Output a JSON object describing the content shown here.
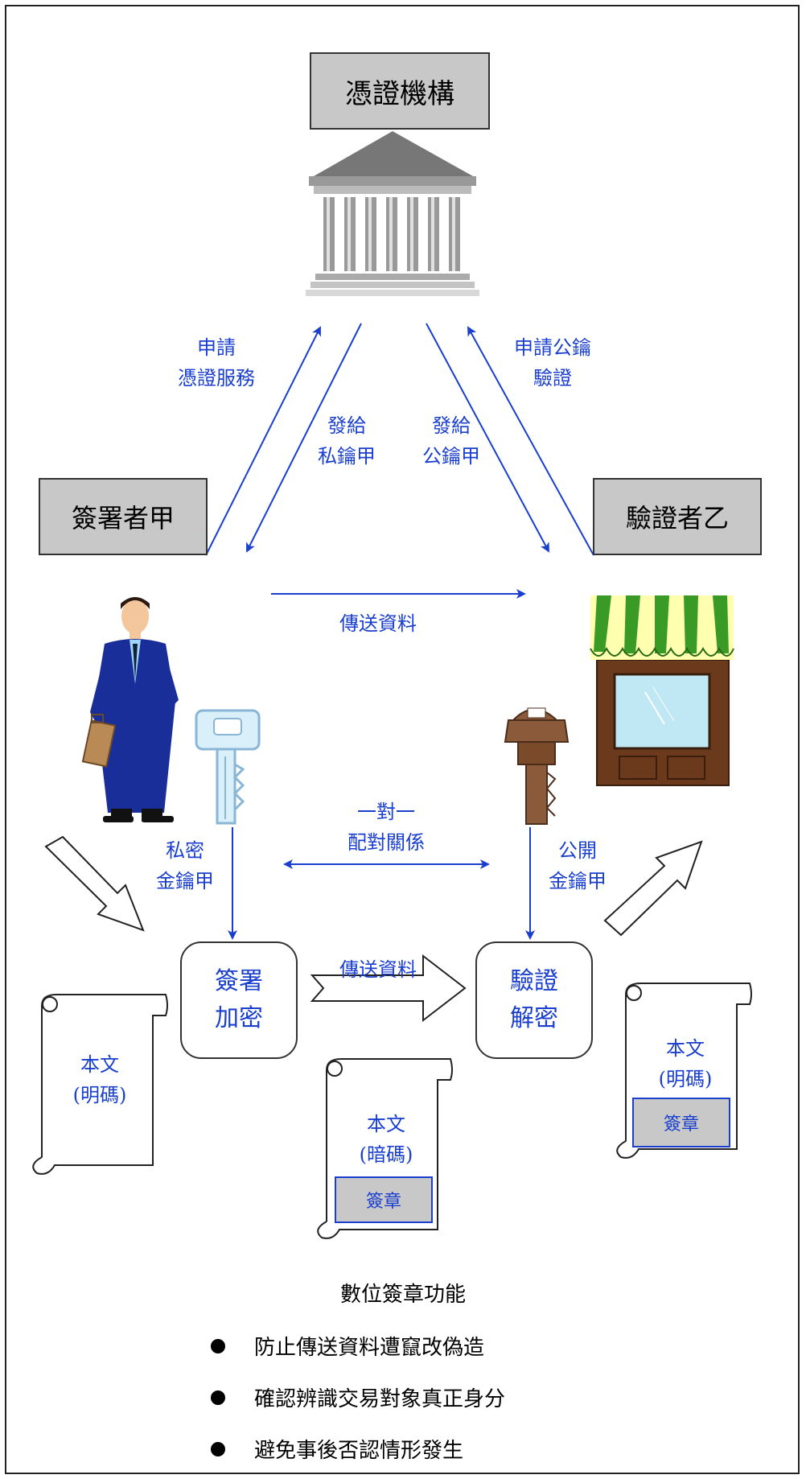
{
  "authority": {
    "title": "憑證機構"
  },
  "signer": {
    "title": "簽署者甲"
  },
  "verifier": {
    "title": "驗證者乙"
  },
  "labels": {
    "apply_cert_1": "申請",
    "apply_cert_2": "憑證服務",
    "issue_private_1": "發給",
    "issue_private_2": "私鑰甲",
    "issue_public_1": "發給",
    "issue_public_2": "公鑰甲",
    "verify_public_1": "申請公鑰",
    "verify_public_2": "驗證",
    "send_data_top": "傳送資料",
    "pair_1": "一對一",
    "pair_2": "配對關係",
    "private_key_1": "私密",
    "private_key_2": "金鑰甲",
    "public_key_1": "公開",
    "public_key_2": "金鑰甲",
    "send_data_mid": "傳送資料"
  },
  "process": {
    "sign_1": "簽署",
    "sign_2": "加密",
    "verify_1": "驗證",
    "verify_2": "解密"
  },
  "scrolls": {
    "left_1": "本文",
    "left_2": "(明碼)",
    "mid_1": "本文",
    "mid_2": "(暗碼)",
    "mid_sig": "簽章",
    "right_1": "本文",
    "right_2": "(明碼)",
    "right_sig": "簽章"
  },
  "functions": {
    "title": "數位簽章功能",
    "items": [
      "防止傳送資料遭竄改偽造",
      "確認辨識交易對象真正身分",
      "避免事後否認情形發生"
    ]
  },
  "colors": {
    "accent": "#1a3fcf",
    "box_gray": "#c8c8c8"
  }
}
